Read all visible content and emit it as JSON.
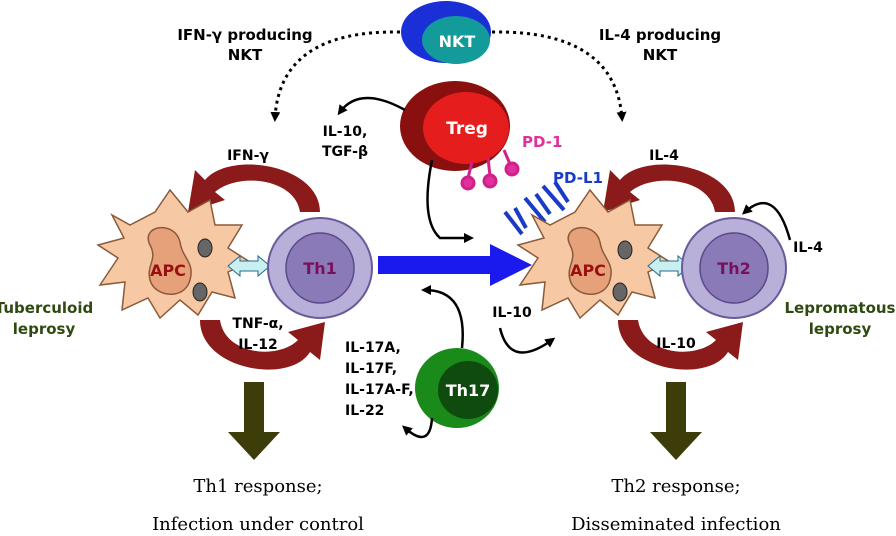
{
  "nkt": {
    "label": "NKT"
  },
  "ifn_nkt": {
    "line1": "IFN-γ producing",
    "line2": "NKT"
  },
  "il4_nkt": {
    "line1": "IL-4 producing",
    "line2": "NKT"
  },
  "treg": {
    "label": "Treg",
    "cytokines_1": "IL-10,",
    "cytokines_2": "TGF-β"
  },
  "pd1": "PD-1",
  "pdl1": "PD-L1",
  "left": {
    "top_cytokine": "IFN-γ",
    "apc": "APC",
    "th": "Th1",
    "disease_1": "Tuberculoid",
    "disease_2": "leprosy",
    "bottom_cytokine_1": "TNF-α,",
    "bottom_cytokine_2": "IL-12",
    "response": "Th1 response;",
    "outcome": "Infection under control"
  },
  "right": {
    "top_cytokine": "IL-4",
    "side_cytokine": "IL-4",
    "apc": "APC",
    "th": "Th2",
    "disease_1": "Lepromatous",
    "disease_2": "leprosy",
    "apc_cytokine": "IL-10",
    "bottom_cytokine": "IL-10",
    "response": "Th2 response;",
    "outcome": "Disseminated infection"
  },
  "th17": {
    "label": "Th17",
    "cytokines": [
      "IL-17A,",
      "IL-17F,",
      "IL-17A-F,",
      "IL-22"
    ]
  },
  "colors": {
    "curved_arrow": "#8b1a1a",
    "down_arrow": "#3d3d0a",
    "big_arrow": "#1a1aee",
    "apc_fill": "#f6c9a4",
    "th_fill": "#b8b0d8",
    "th_nucleus": "#8a7ab8",
    "treg": "#d41414",
    "th17": "#1a8a1a",
    "nkt": "#1b2fd6",
    "nkt_inner": "#139a9a",
    "disease_text": "#2f4a10",
    "pd1": "#e0309a",
    "pdl1": "#1a3ac8"
  }
}
